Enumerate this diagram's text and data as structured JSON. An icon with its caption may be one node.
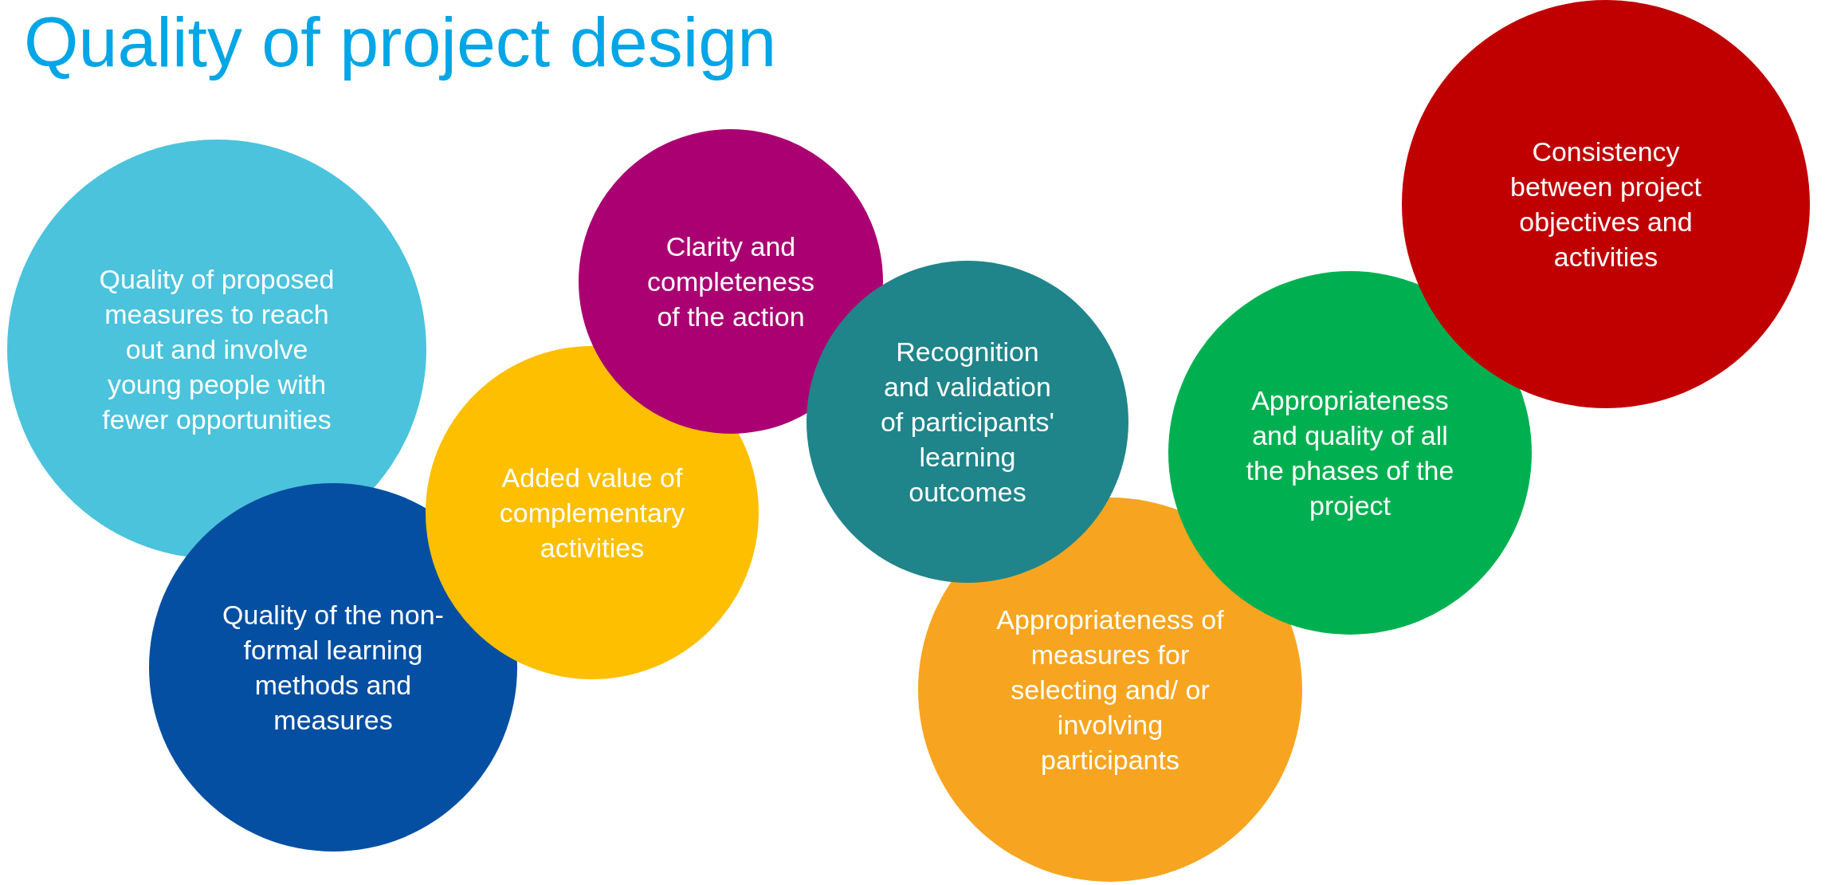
{
  "diagram": {
    "title": "Quality of project design",
    "nodes": [
      {
        "text": [
          "Quality of proposed measures to reach out and involve young people with fewer opportunities"
        ]
      },
      {
        "text": [
          "Quality of the non-formal learning methods and measures"
        ]
      },
      {
        "text": [
          "Added value of complementary activities"
        ]
      },
      {
        "text": [
          "Clarity and completeness of the action"
        ]
      },
      {
        "text": [
          "Recognition and validation of participants' learning outcomes"
        ]
      },
      {
        "text": [
          "Appropriateness of measures for selecting and/ or involving participants"
        ]
      },
      {
        "text": [
          "Appropriateness and quality of all the phases of the project"
        ]
      },
      {
        "text": [
          "Consistency between project objectives and activities"
        ]
      }
    ]
  }
}
